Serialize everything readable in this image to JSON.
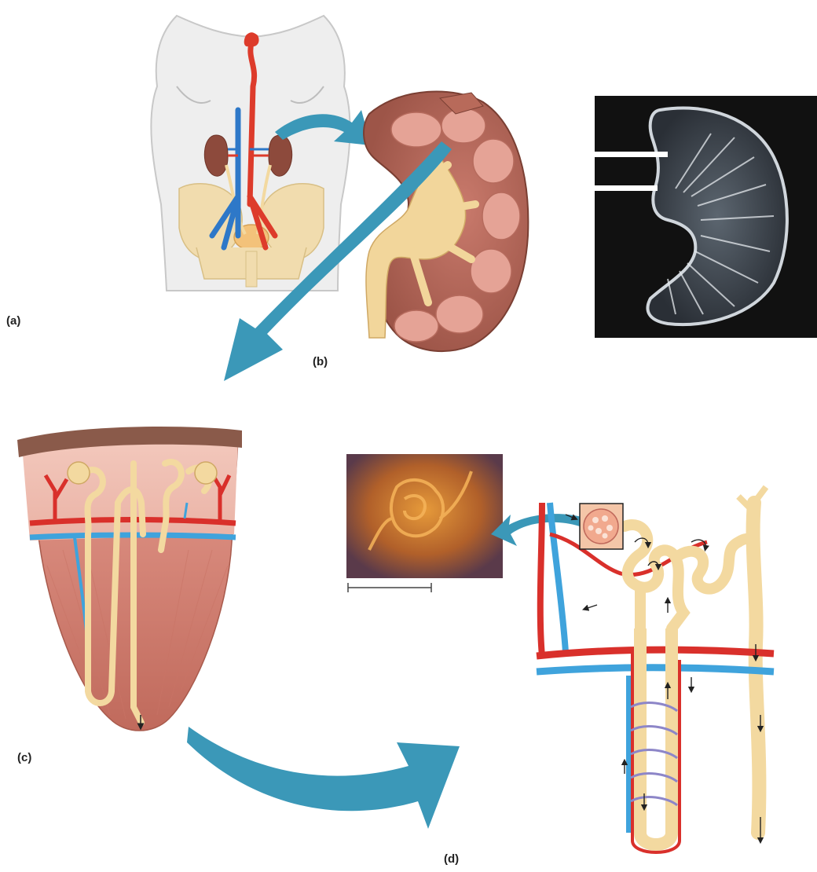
{
  "panels": {
    "a": "(a)",
    "b": "(b)",
    "c": "(c)",
    "d": "(d)"
  },
  "colors": {
    "arrow_teal": "#3b98b8",
    "artery_red": "#d9302b",
    "vein_blue": "#3fa3dc",
    "tubule_yellow": "#f3d9a0",
    "cortex_pink": "#e7a89a",
    "medulla_pink": "#d9877a",
    "capsule_brown": "#8a5a4a",
    "micrograph_bg": "#111111"
  },
  "icons": [
    "curved-arrow",
    "kidney",
    "nephron",
    "renal-pyramid",
    "scale-bar"
  ]
}
